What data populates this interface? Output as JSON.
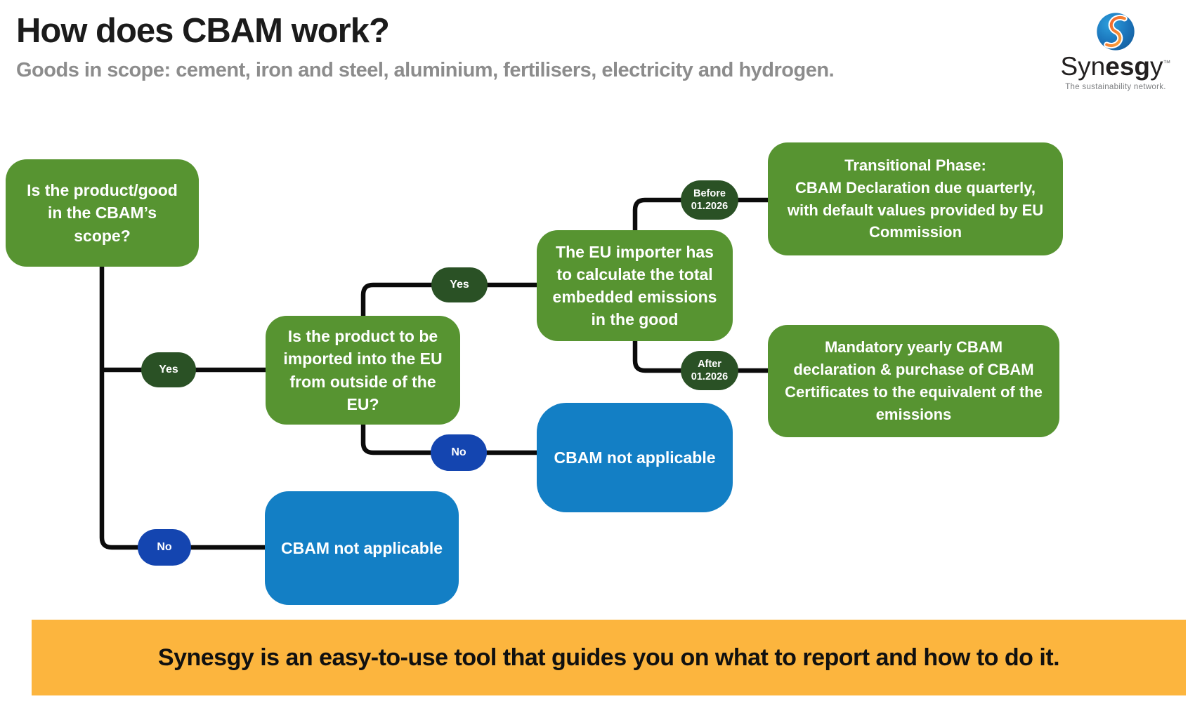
{
  "header": {
    "title": "How does CBAM work?",
    "subtitle": "Goods in scope: cement, iron and steel, aluminium, fertilisers, electricity and hydrogen."
  },
  "logo": {
    "brand_prefix": "Syn",
    "brand_bold": "esg",
    "brand_suffix": "y",
    "trademark": "™",
    "tagline": "The sustainability network."
  },
  "flowchart": {
    "nodes": {
      "scope_question": {
        "label": "Is the product/good in the CBAM’s scope?",
        "type": "question"
      },
      "import_question": {
        "label": "Is the product to be imported into the EU from outside of the EU?",
        "type": "question"
      },
      "importer_calc": {
        "label": "The EU importer has to calculate the total embedded emissions in the good",
        "type": "process"
      },
      "transitional_phase": {
        "label": "Transitional Phase:\nCBAM Declaration due quarterly, with default values provided by EU Commission",
        "type": "outcome"
      },
      "mandatory_yearly": {
        "label": "Mandatory yearly CBAM declaration & purchase of CBAM Certificates to the equivalent of the emissions",
        "type": "outcome"
      },
      "not_applicable_import": {
        "label": "CBAM not applicable",
        "type": "end"
      },
      "not_applicable_scope": {
        "label": "CBAM not applicable",
        "type": "end"
      }
    },
    "edges": [
      {
        "from": "scope_question",
        "to": "import_question",
        "label": "Yes"
      },
      {
        "from": "import_question",
        "to": "importer_calc",
        "label": "Yes"
      },
      {
        "from": "importer_calc",
        "to": "transitional_phase",
        "label": "Before\n01.2026"
      },
      {
        "from": "importer_calc",
        "to": "mandatory_yearly",
        "label": "After\n01.2026"
      },
      {
        "from": "import_question",
        "to": "not_applicable_import",
        "label": "No"
      },
      {
        "from": "scope_question",
        "to": "not_applicable_scope",
        "label": "No"
      }
    ]
  },
  "banner": {
    "text": "Synesgy is an easy-to-use tool that guides you on what to report and how to do it."
  },
  "colors": {
    "green_box": "#579431",
    "dark_green_pill": "#2A5125",
    "blue_box": "#137FC5",
    "blue_pill": "#1445B0",
    "banner_orange": "#FCB53E",
    "connector": "#0B0B0B",
    "title_text": "#1B1B1B",
    "subtitle_text": "#8C8C8C"
  }
}
